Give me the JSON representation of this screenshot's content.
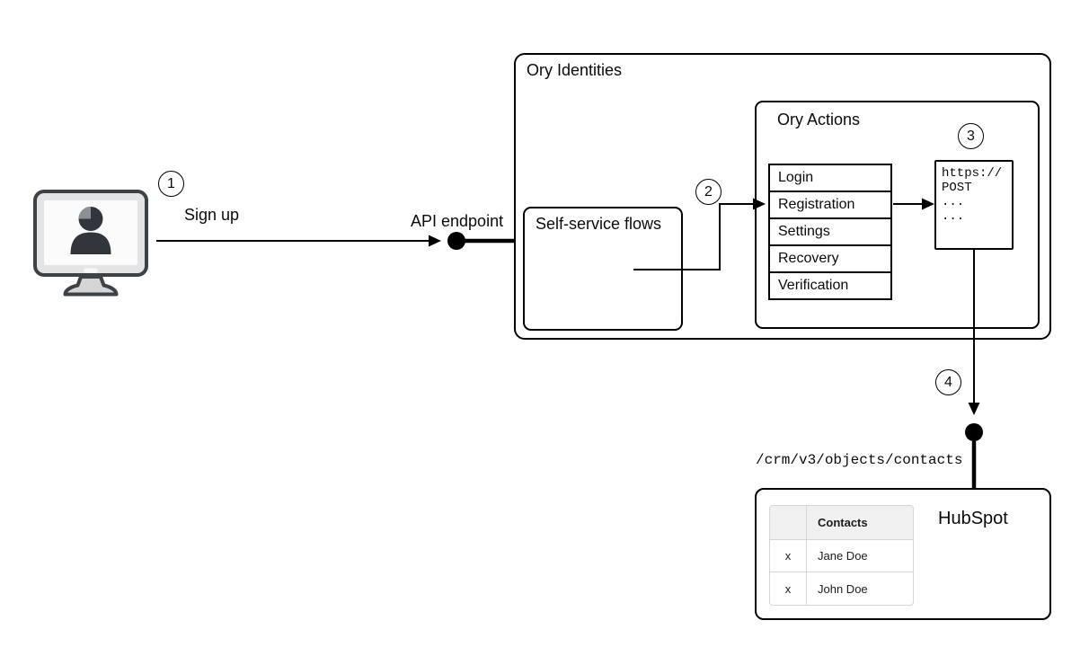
{
  "diagram": {
    "steps": [
      "1",
      "2",
      "3",
      "4"
    ],
    "labels": {
      "sign_up": "Sign up",
      "api_endpoint": "API endpoint",
      "crm_path": "/crm/v3/objects/contacts"
    },
    "user_device": {
      "icon": "user-computer-icon"
    },
    "ory_identities": {
      "title": "Ory Identities"
    },
    "self_service": {
      "title": "Self-service flows"
    },
    "ory_actions": {
      "title": "Ory Actions",
      "flows": [
        "Login",
        "Registration",
        "Settings",
        "Recovery",
        "Verification"
      ]
    },
    "webhook": {
      "lines": [
        "https://",
        "POST",
        "...",
        "..."
      ]
    },
    "hubspot": {
      "title": "HubSpot",
      "table": {
        "header": [
          "",
          "Contacts"
        ],
        "rows": [
          [
            "x",
            "Jane Doe"
          ],
          [
            "x",
            "John Doe"
          ]
        ]
      }
    },
    "colors": {
      "stroke": "#000000",
      "table_border": "#d6d6d6",
      "table_header_bg": "#f0f0f1",
      "device_frame": "#e3e4e6",
      "device_silhouette": "#31363c"
    }
  }
}
